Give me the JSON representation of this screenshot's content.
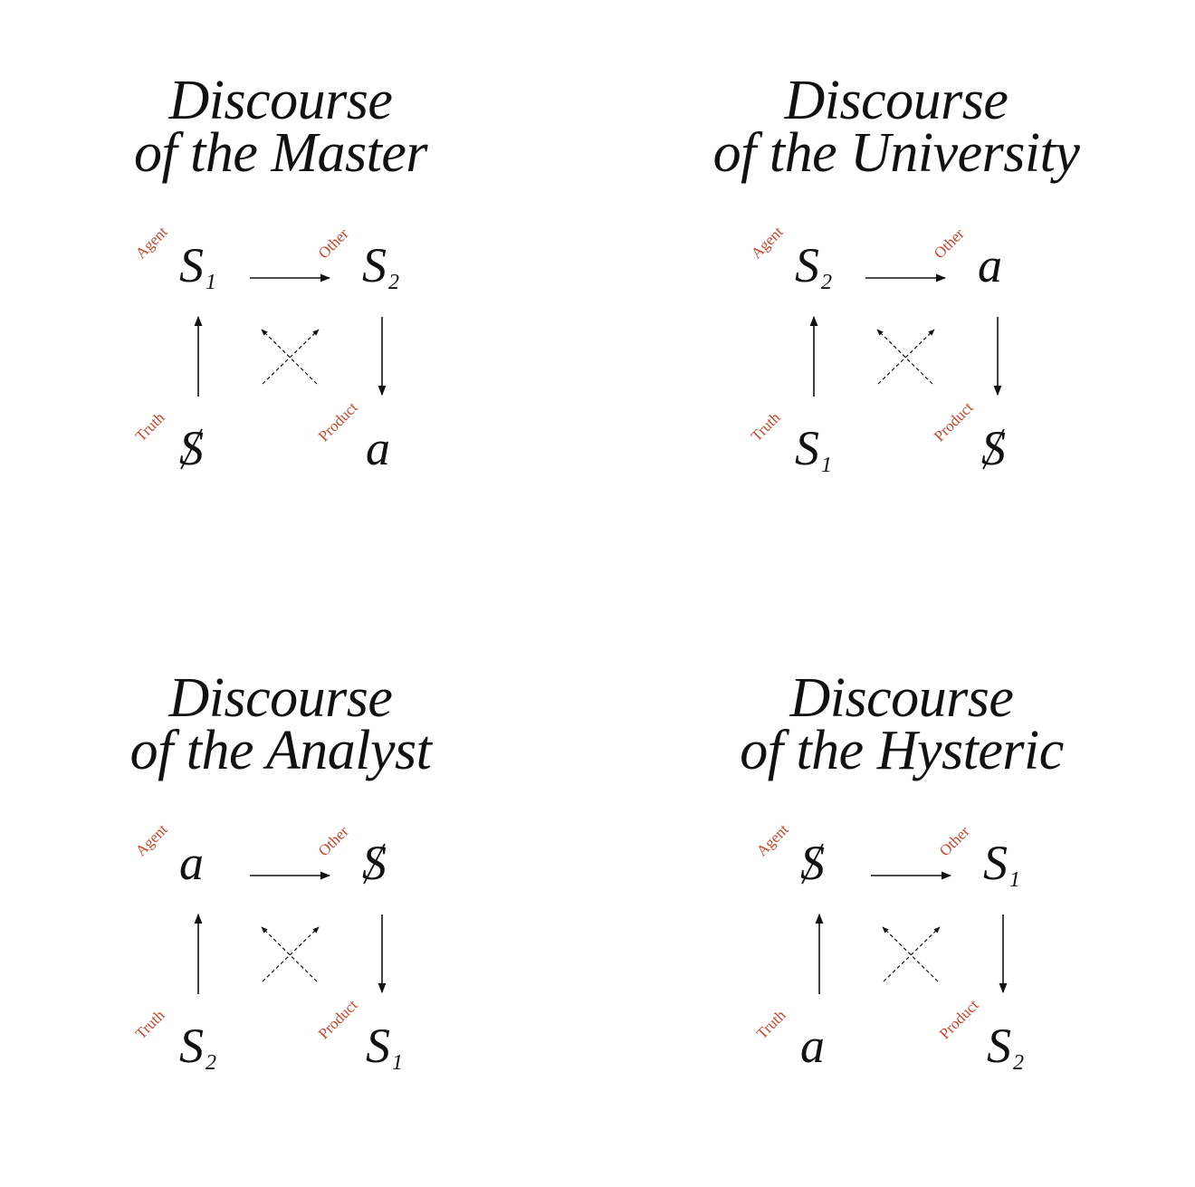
{
  "colors": {
    "text": "#111111",
    "role": "#c8452c"
  },
  "roles": {
    "agent": "Agent",
    "other": "Other",
    "truth": "Truth",
    "product": "Product"
  },
  "discourses": [
    {
      "id": "master",
      "title_line1": "Discourse",
      "title_line2": "of the Master",
      "agent": {
        "base": "S",
        "sub": "1",
        "barred": false
      },
      "other": {
        "base": "S",
        "sub": "2",
        "barred": false
      },
      "truth": {
        "base": "S",
        "sub": "",
        "barred": true
      },
      "product": {
        "base": "a",
        "sub": "",
        "barred": false
      }
    },
    {
      "id": "university",
      "title_line1": "Discourse",
      "title_line2": "of the University",
      "agent": {
        "base": "S",
        "sub": "2",
        "barred": false
      },
      "other": {
        "base": "a",
        "sub": "",
        "barred": false
      },
      "truth": {
        "base": "S",
        "sub": "1",
        "barred": false
      },
      "product": {
        "base": "S",
        "sub": "",
        "barred": true
      }
    },
    {
      "id": "analyst",
      "title_line1": "Discourse",
      "title_line2": "of the Analyst",
      "agent": {
        "base": "a",
        "sub": "",
        "barred": false
      },
      "other": {
        "base": "S",
        "sub": "",
        "barred": true
      },
      "truth": {
        "base": "S",
        "sub": "2",
        "barred": false
      },
      "product": {
        "base": "S",
        "sub": "1",
        "barred": false
      }
    },
    {
      "id": "hysteric",
      "title_line1": "Discourse",
      "title_line2": "of the Hysteric",
      "agent": {
        "base": "S",
        "sub": "",
        "barred": true
      },
      "other": {
        "base": "S",
        "sub": "1",
        "barred": false
      },
      "truth": {
        "base": "a",
        "sub": "",
        "barred": false
      },
      "product": {
        "base": "S",
        "sub": "2",
        "barred": false
      }
    }
  ]
}
